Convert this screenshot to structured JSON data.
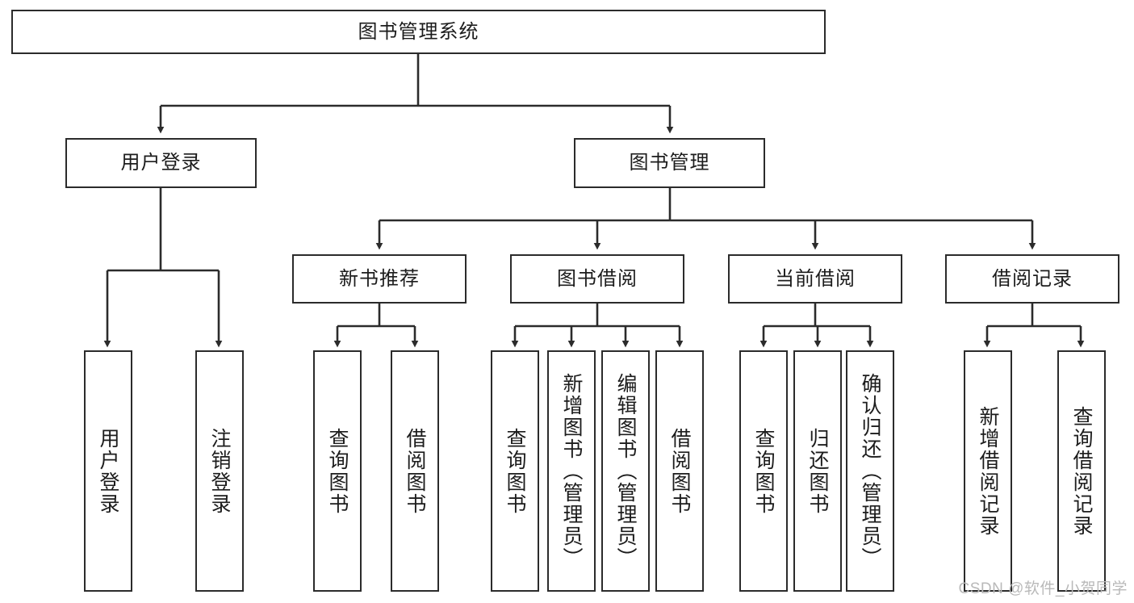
{
  "diagram": {
    "title": "图书管理系统",
    "type": "tree-hierarchy-chart",
    "levels": 4,
    "root": {
      "label": "图书管理系统"
    },
    "level2": [
      {
        "label": "用户登录"
      },
      {
        "label": "图书管理"
      }
    ],
    "level3": [
      {
        "label": "新书推荐"
      },
      {
        "label": "图书借阅"
      },
      {
        "label": "当前借阅"
      },
      {
        "label": "借阅记录"
      }
    ],
    "leaves": {
      "user_login": [
        {
          "label": "用户登录"
        },
        {
          "label": "注销登录"
        }
      ],
      "new_book": [
        {
          "label": "查询图书"
        },
        {
          "label": "借阅图书"
        }
      ],
      "book_borrow": [
        {
          "label": "查询图书"
        },
        {
          "label": "新增图书（管理员）"
        },
        {
          "label": "编辑图书（管理员）"
        },
        {
          "label": "借阅图书"
        }
      ],
      "current_borrow": [
        {
          "label": "查询图书"
        },
        {
          "label": "归还图书"
        },
        {
          "label": "确认归还（管理员）"
        }
      ],
      "borrow_record": [
        {
          "label": "新增借阅记录"
        },
        {
          "label": "查询借阅记录"
        }
      ]
    }
  },
  "watermark": {
    "text": "CSDN @软件_小贺同学"
  },
  "colors": {
    "stroke": "#2b2b2b",
    "fill": "#ffffff",
    "text": "#1c1c1c",
    "watermark": "#b9b9b9"
  }
}
